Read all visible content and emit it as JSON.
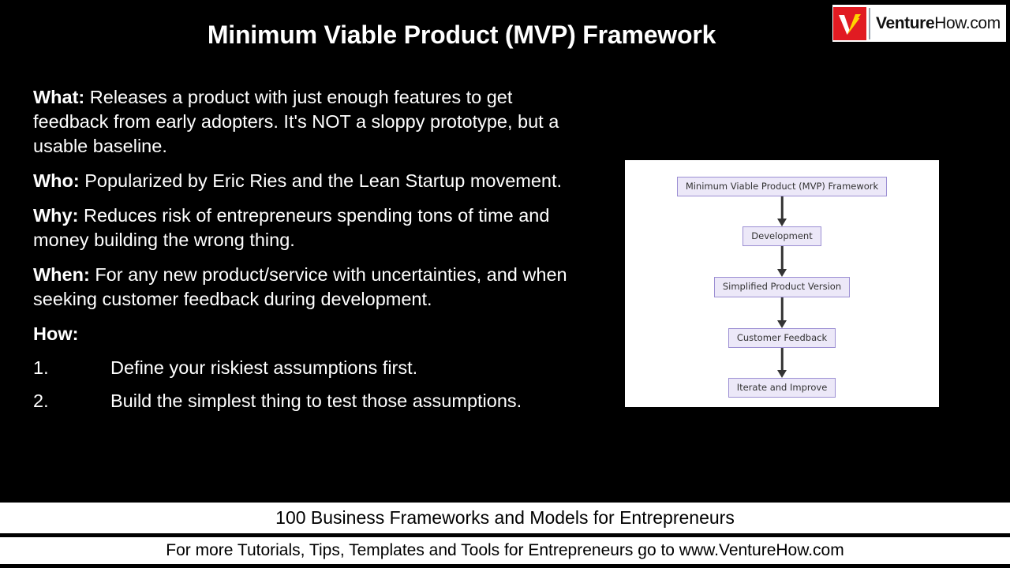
{
  "slide": {
    "title": "Minimum Viable Product (MVP) Framework",
    "background_color": "#000000",
    "text_color": "#FFFFFF"
  },
  "logo": {
    "wordmark_bold": "Venture",
    "wordmark_regular": "How.com",
    "mark_colors": {
      "square": "#E11B22",
      "check": "#FFFFFF",
      "arrow": "#FFD400"
    }
  },
  "content": {
    "blocks": [
      {
        "lead": "What:",
        "text": " Releases a product with just enough features to get feedback from early adopters. It's NOT a sloppy prototype, but a usable baseline."
      },
      {
        "lead": "Who:",
        "text": " Popularized by Eric Ries and the Lean Startup movement."
      },
      {
        "lead": "Why:",
        "text": " Reduces risk of entrepreneurs spending tons of time and money building the wrong thing."
      },
      {
        "lead": "When:",
        "text": " For any new product/service with uncertainties, and when seeking customer feedback during development."
      }
    ],
    "how_label": "How:",
    "how_steps": [
      {
        "number": "1.",
        "text": "Define your riskiest assumptions first."
      },
      {
        "number": "2.",
        "text": "Build the simplest thing to test those assumptions."
      }
    ]
  },
  "diagram": {
    "panel_background": "#FFFFFF",
    "node_fill": "#ECE8F8",
    "node_border": "#9C8FD3",
    "node_text_color": "#333333",
    "arrow_color": "#333333",
    "nodes": [
      {
        "label": "Minimum Viable Product (MVP) Framework"
      },
      {
        "label": "Development"
      },
      {
        "label": "Simplified Product Version"
      },
      {
        "label": "Customer Feedback"
      },
      {
        "label": "Iterate and Improve"
      }
    ]
  },
  "footer": {
    "primary": "100 Business Frameworks and Models for Entrepreneurs",
    "secondary": "For more Tutorials, Tips, Templates and Tools for Entrepreneurs go to www.VentureHow.com"
  }
}
